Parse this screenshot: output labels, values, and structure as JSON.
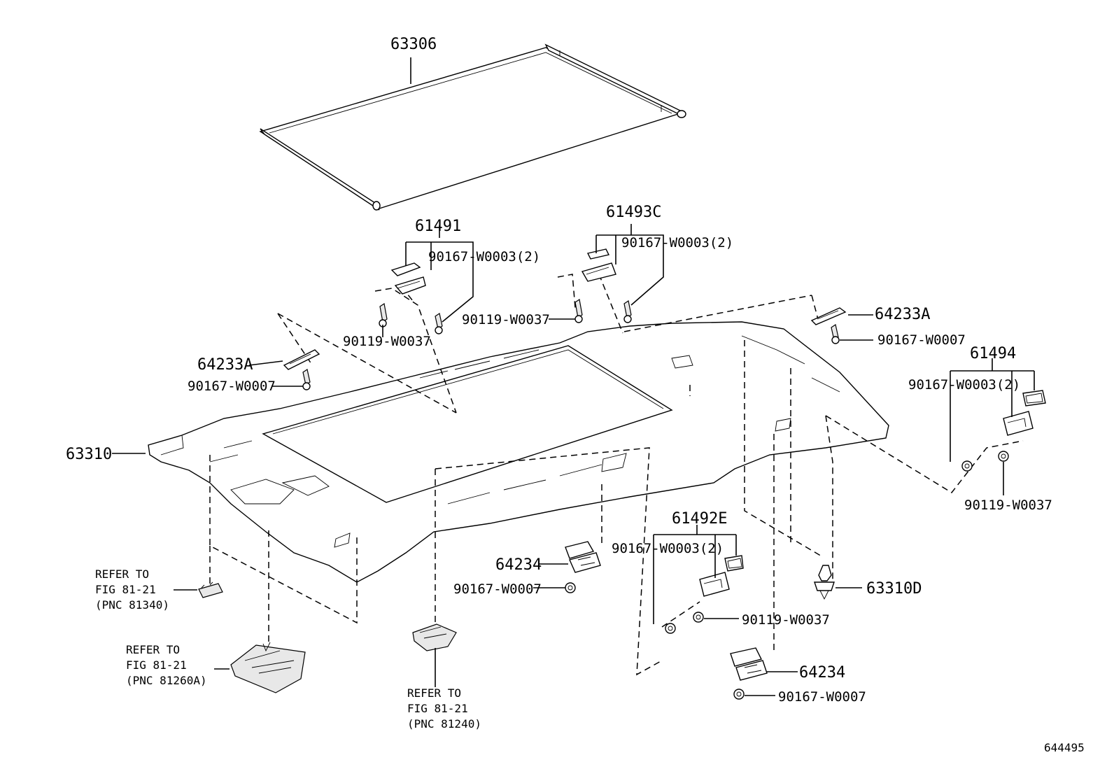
{
  "diagram": {
    "sunshade_part": "63306",
    "headliner_part": "63310",
    "clip_part": "63310D",
    "visor_holder_left_assy": "61491",
    "visor_holder_center_assy": "61493C",
    "assist_grip_assy": "61494",
    "assist_grip_e_assy": "61492E",
    "lamp_cover_part": "64233A",
    "coat_hook_part": "64234",
    "screw_w0003": "90167-W0003(2)",
    "screw_w0007": "90167-W0007",
    "bolt_w0037": "90119-W0037",
    "refer_to": "REFER TO",
    "fig_ref": "FIG 81-21",
    "pnc_81340": "(PNC 81340)",
    "pnc_81260a": "(PNC 81260A)",
    "pnc_81240": "(PNC 81240)",
    "diagram_id": "644495"
  }
}
